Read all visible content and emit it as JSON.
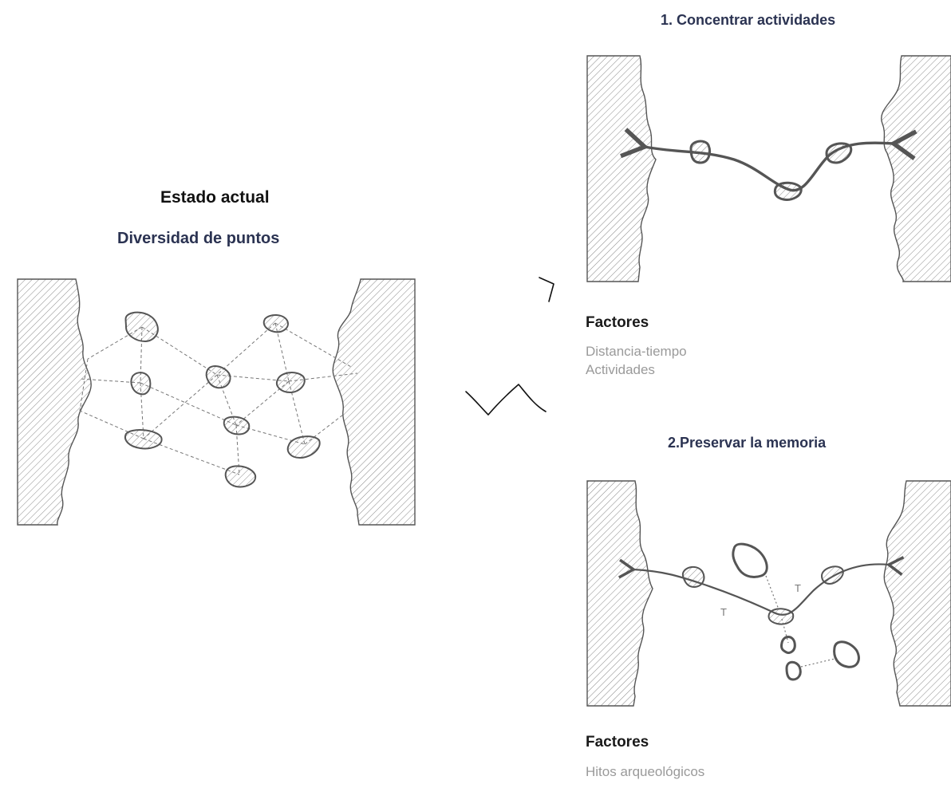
{
  "left": {
    "title": "Estado actual",
    "subtitle": "Diversidad de puntos"
  },
  "strategy1": {
    "title": "1. Concentrar actividades",
    "factors_title": "Factores",
    "factors": [
      "Distancia-tiempo",
      "Actividades"
    ]
  },
  "strategy2": {
    "title": "2.Preservar la memoria",
    "factors_title": "Factores",
    "factors": [
      "Hitos arqueológicos"
    ],
    "segment_labels": [
      "T",
      "T"
    ]
  },
  "colors": {
    "heading": "#111111",
    "accent_navy": "#2b3352",
    "factor_text": "#9a9a9a",
    "line": "#555555"
  }
}
